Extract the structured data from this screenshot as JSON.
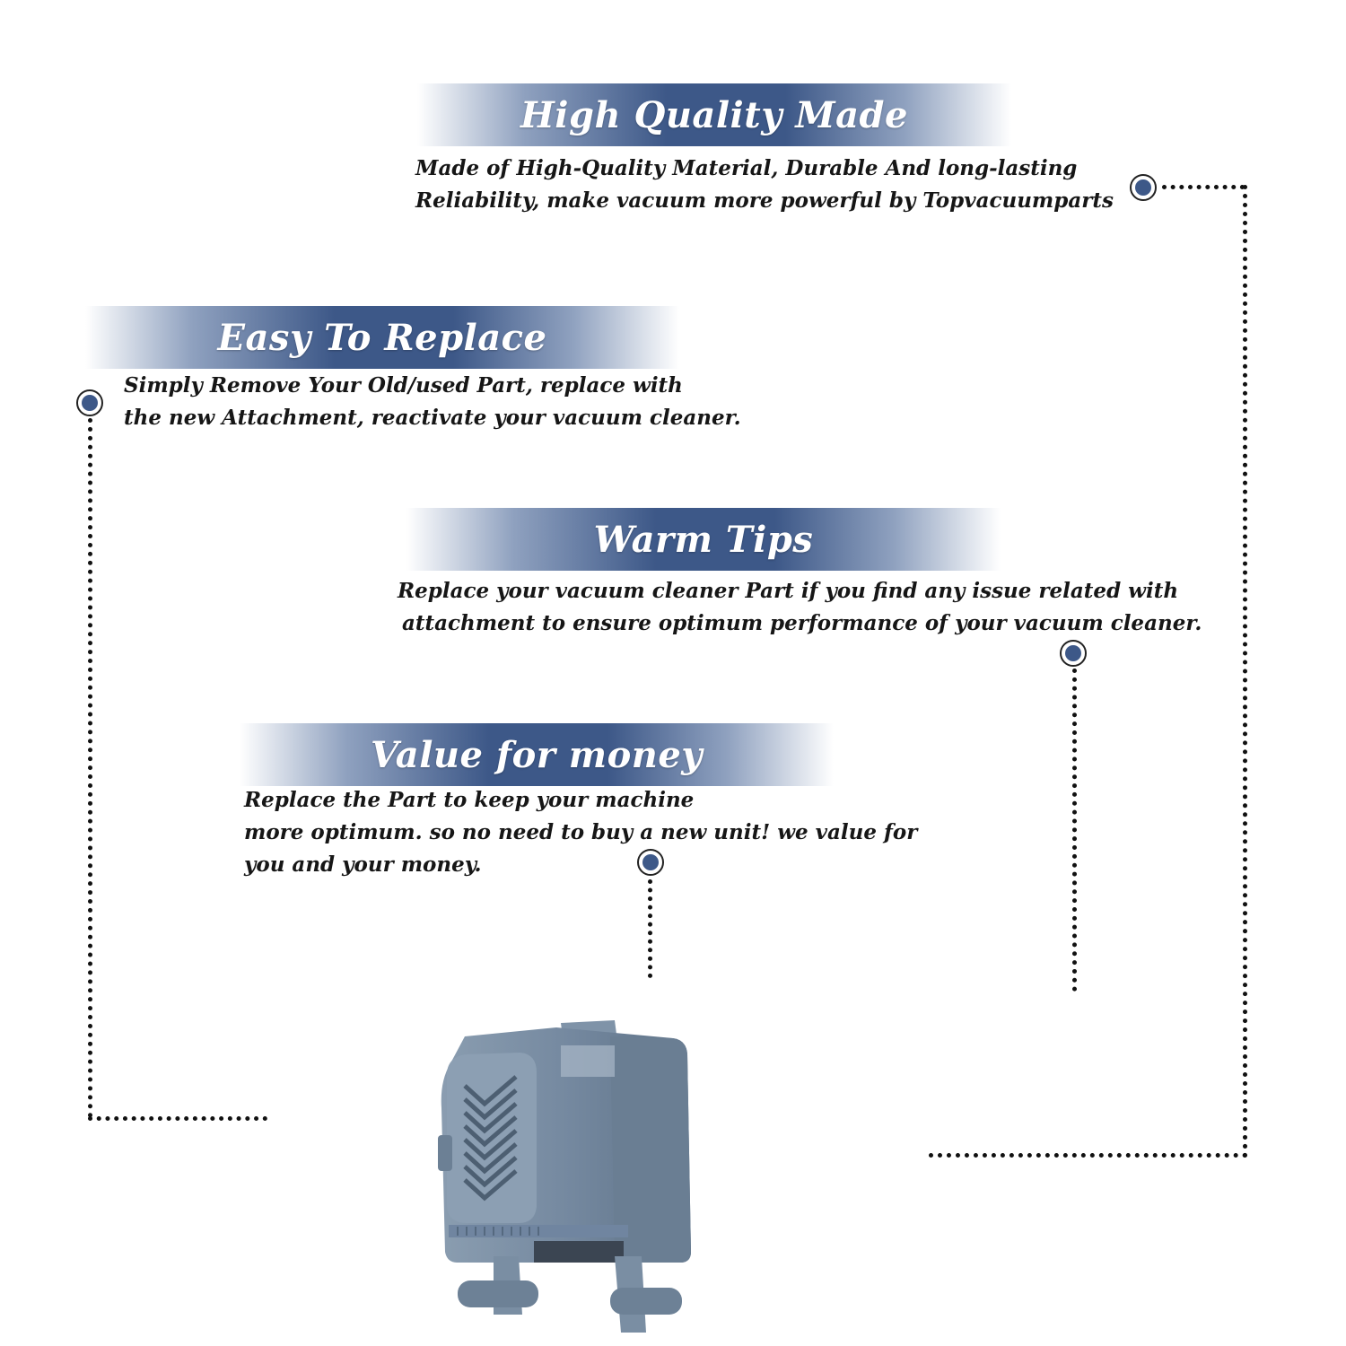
{
  "colors": {
    "accent": "#3d5888",
    "text": "#161616",
    "product": "#6f8499"
  },
  "features": [
    {
      "title": "High Quality Made",
      "lines": [
        "Made of  High-Quality Material, Durable And long-lasting",
        "Reliability, make vacuum more powerful by Topvacuumparts"
      ]
    },
    {
      "title": "Easy To Replace",
      "lines": [
        "Simply Remove Your Old/used Part, replace with",
        "the new Attachment, reactivate your vacuum cleaner."
      ]
    },
    {
      "title": "Warm Tips",
      "lines": [
        "Replace your vacuum cleaner Part if you find any issue related with",
        "attachment to ensure optimum performance of your vacuum cleaner."
      ]
    },
    {
      "title": "Value for money",
      "lines": [
        "Replace the Part to keep your machine",
        "more optimum. so no need to buy a new unit! we value for",
        "you and your money."
      ]
    }
  ],
  "product": {
    "icon": "vacuum-attachment-part-icon"
  }
}
